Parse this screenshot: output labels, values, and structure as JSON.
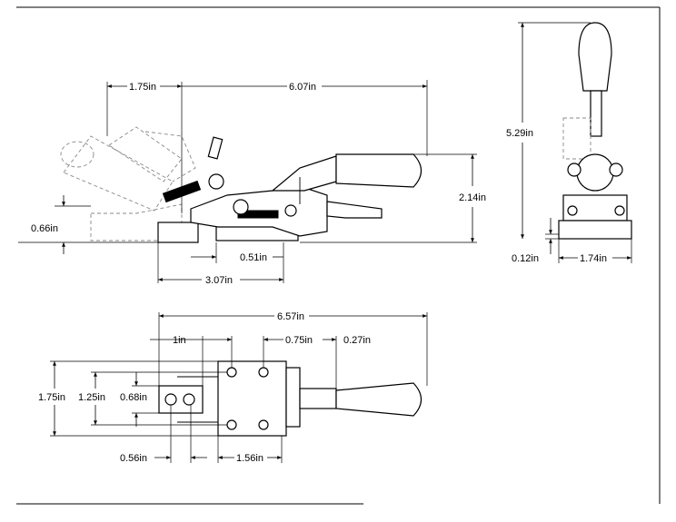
{
  "drawing": {
    "side_view": {
      "dim_handle_travel": "1.75in",
      "dim_overall_length": "6.07in",
      "dim_height": "2.14in",
      "dim_base_thickness": "0.66in",
      "dim_base_offset": "0.51in",
      "dim_base_length": "3.07in"
    },
    "end_view": {
      "dim_total_height": "5.29in",
      "dim_base_height": "0.12in",
      "dim_width": "1.74in"
    },
    "top_view": {
      "dim_overall_length": "6.57in",
      "dim_1": "1in",
      "dim_2": "0.75in",
      "dim_3": "0.27in",
      "dim_overall_width": "1.75in",
      "dim_hole_spacing": "1.25in",
      "dim_inner_width": "0.68in",
      "dim_front_offset": "0.56in",
      "dim_base_length": "1.56in"
    }
  }
}
